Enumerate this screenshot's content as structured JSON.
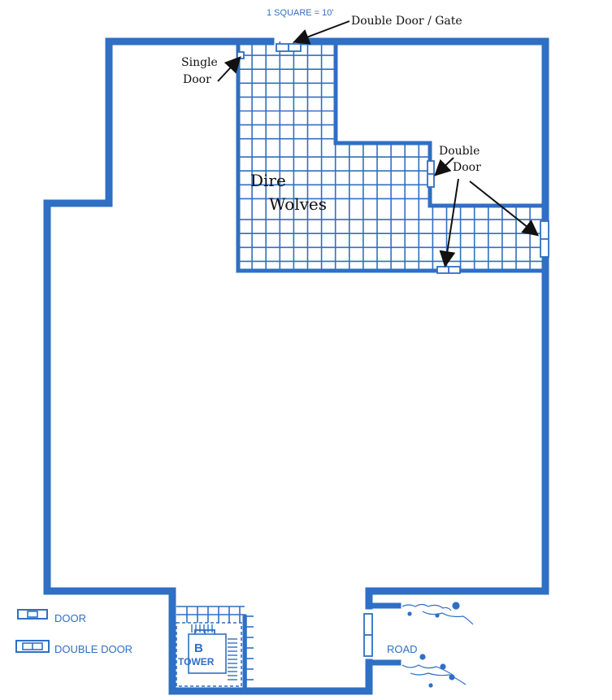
{
  "scale_label": "1 SQUARE = 10'",
  "annotations": {
    "double_door_gate": "Double Door / Gate",
    "single_door_line1": "Single",
    "single_door_line2": "Door",
    "double_door_line1": "Double",
    "double_door_line2": "Door"
  },
  "room": {
    "line1": "Dire",
    "line2": "Wolves"
  },
  "tower": {
    "letter": "B",
    "word": "TOWER"
  },
  "legend": {
    "door": "DOOR",
    "double_door": "DOUBLE DOOR"
  },
  "road_label": "ROAD",
  "colors": {
    "wall": "#2f6fc4",
    "grid": "#2f6fc4",
    "annotation": "#111111",
    "background": "#ffffff"
  }
}
